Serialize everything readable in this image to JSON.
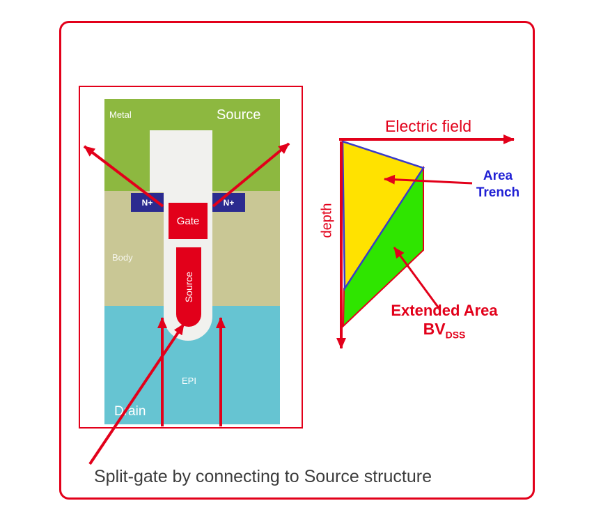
{
  "device": {
    "metal": "Metal",
    "source_top": "Source",
    "n_plus_left": "N+",
    "n_plus_right": "N+",
    "gate": "Gate",
    "source_trench": "Source",
    "body": "Body",
    "epi": "EPI",
    "drain": "Drain"
  },
  "field_diagram": {
    "electric_field": "Electric field",
    "depth": "depth",
    "area_line1": "Area",
    "area_line2": "Trench",
    "extended_area": "Extended Area",
    "bv": "BV",
    "bv_sub": "DSS"
  },
  "caption": "Split-gate by connecting to Source structure",
  "colors": {
    "frame_red": "#e2001a",
    "metal_green": "#8db840",
    "body_khaki": "#c9c795",
    "epi_cyan": "#66c4d2",
    "n_plus_navy": "#2b2b8f",
    "gate_red": "#e2001a",
    "trench_white": "#f1f1ee",
    "field_yellow": "#ffe200",
    "field_green": "#2fe500",
    "outline_blue": "#3a3ac8",
    "label_blue": "#1f1fd4"
  }
}
